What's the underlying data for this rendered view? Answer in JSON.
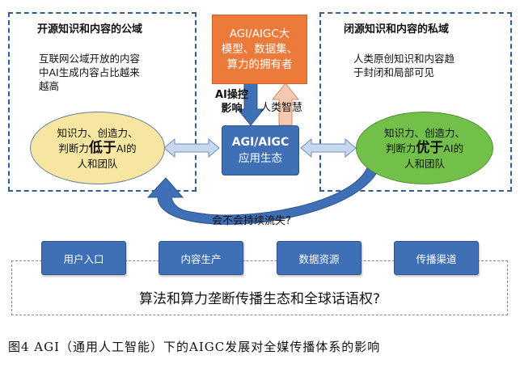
{
  "left_box": {
    "title": "开源知识和内容的公域",
    "desc_line1": "互联网公域开放的内容",
    "desc_line2": "中AI生成内容占比越来",
    "desc_line3": "越高",
    "ellipse_line1": "知识力、创造力、",
    "ellipse_pre": "判断力",
    "ellipse_big": "低于",
    "ellipse_post": "AI的",
    "ellipse_line3": "人和团队"
  },
  "right_box": {
    "title": "闭源知识和内容的私域",
    "desc_line1": "人类原创知识和内容趋",
    "desc_line2": "于封闭和局部可见",
    "ellipse_line1": "知识力、创造力、",
    "ellipse_pre": "判断力",
    "ellipse_big": "优于",
    "ellipse_post": "AI的",
    "ellipse_line3": "人和团队"
  },
  "owner_box": {
    "line1": "AGI/AIGC大",
    "line2": "模型、数据集、",
    "line3": "算力的拥有者"
  },
  "ecosystem_box": {
    "line1": "AGI/AIGC",
    "line2": "应用生态"
  },
  "labels": {
    "ai_control_1": "AI操控",
    "ai_control_2": "影响",
    "human_wisdom": "人类智慧",
    "loss_question": "会不会持续流失?"
  },
  "buttons": [
    "用户入口",
    "内容生产",
    "数据资源",
    "传播渠道"
  ],
  "bottom_question": "算法和算力垄断传播生态和全球话语权?",
  "caption": "图4  AGI（通用人工智能）下的AIGC发展对全媒传播体系的影响",
  "colors": {
    "orange": "#ec7a3a",
    "blue": "#3f6fb4",
    "yellow": "#f6e6a2",
    "green": "#72c04a",
    "arrow_light": "#c7d8ee",
    "dash": "#2f5f9a"
  }
}
